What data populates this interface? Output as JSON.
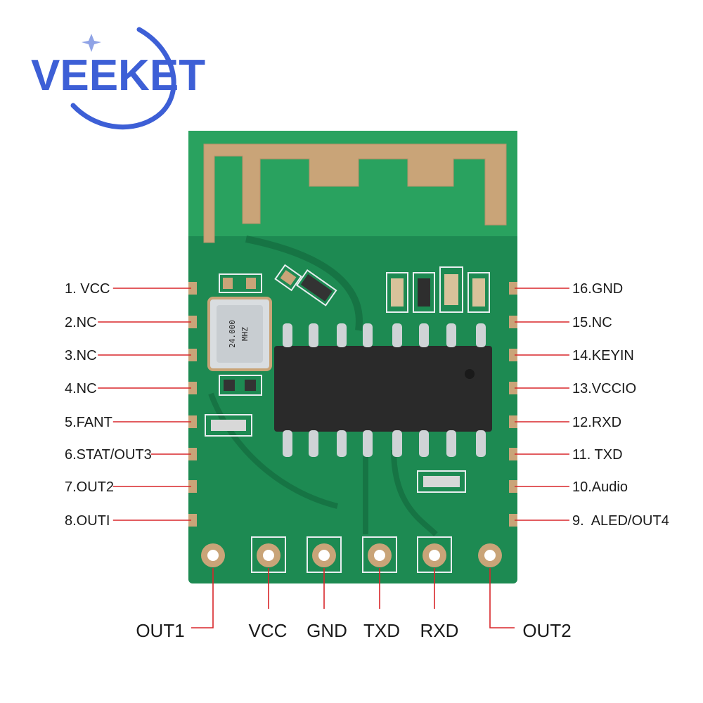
{
  "brand": {
    "name": "VEEKET",
    "color": "#3d5fd6"
  },
  "crystal": {
    "line1": "24.000",
    "line2": "MHZ"
  },
  "left_pins": [
    "1. VCC",
    "2.NC",
    "3.NC",
    "4.NC",
    "5.FANT",
    "6.STAT/OUT3",
    "7.OUT2",
    "8.OUTI"
  ],
  "right_pins": [
    "16.GND",
    "15.NC",
    "14.KEYIN",
    "13.VCCIO",
    "12.RXD",
    "11. TXD",
    "10.Audio",
    "9.  ALED/OUT4"
  ],
  "bottom_pins": [
    "OUT1",
    "VCC",
    "GND",
    "TXD",
    "RXD",
    "OUT2"
  ],
  "colors": {
    "pcb": "#1d8a52",
    "pcb_dark": "#167444",
    "copper": "#c9a478",
    "silk": "#e8eef0",
    "leader": "#d9262a",
    "chip": "#2a2a2a"
  }
}
